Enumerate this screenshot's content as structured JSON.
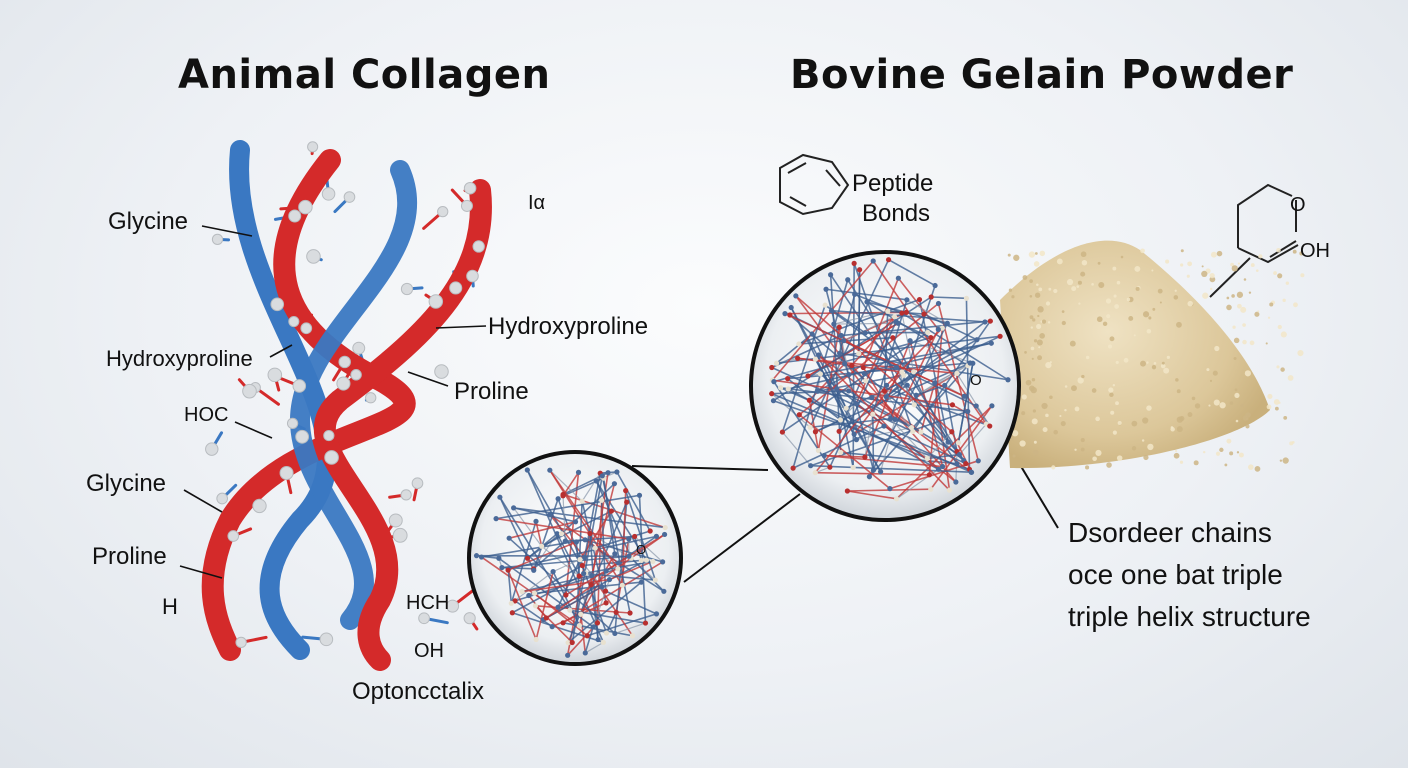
{
  "titles": {
    "left": "Animal Collagen",
    "right": "Bovine Gelain Powder"
  },
  "helix_labels": {
    "glycine_top": "Glycine",
    "alpha": "Iα",
    "hydroxyproline_right": "Hydroxyproline",
    "hydroxyproline_left": "Hydroxyproline",
    "proline_right": "Proline",
    "hoc": "HOC",
    "glycine_bottom": "Glycine",
    "proline_bottom": "Proline",
    "h": "H",
    "hch": "HCH",
    "oh": "OH",
    "optonc": "Optoncctalix"
  },
  "peptide": {
    "line1": "Peptide",
    "line2": "Bonds"
  },
  "molecule_labels": {
    "o": "O",
    "oh": "OH"
  },
  "circle_labels": {
    "large_o": "O",
    "small_o": "O"
  },
  "caption": {
    "line1": "Dsordeer chains",
    "line2": "oce one bat triple",
    "line3": "triple helix structure"
  },
  "colors": {
    "strand_red": "#d42a2a",
    "strand_blue": "#3a78c2",
    "powder": "#e2cfa4",
    "atom": "#d9dcdf"
  }
}
